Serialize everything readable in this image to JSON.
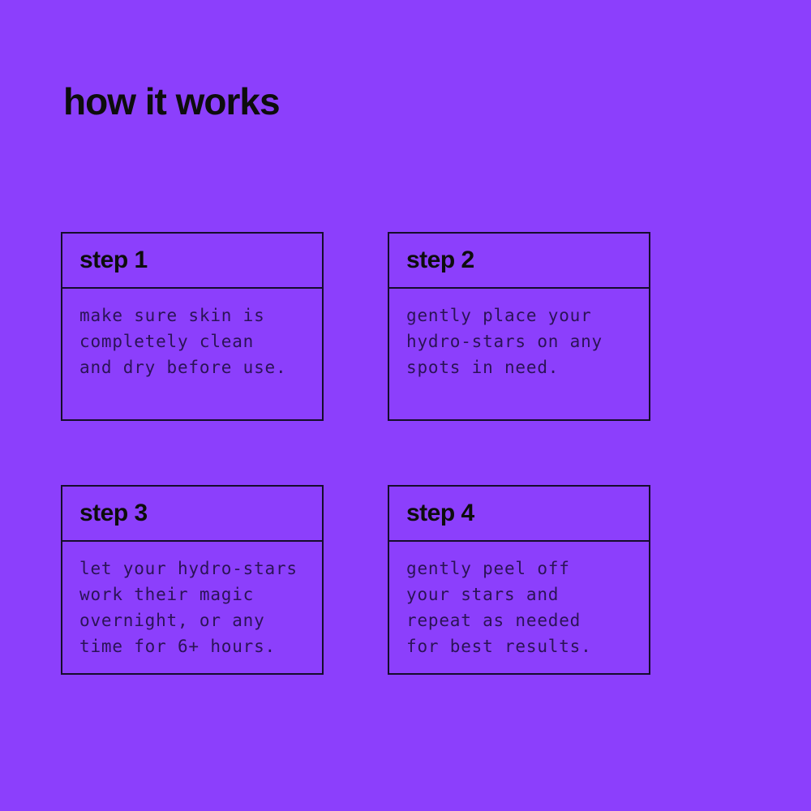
{
  "page": {
    "title": "how it works",
    "colors": {
      "background": "#8c3ffc",
      "heading": "#0d0d0d",
      "card_border": "#150d2b",
      "step_label": "#0d0d0d",
      "body_text": "#2b1356"
    }
  },
  "steps": [
    {
      "label": "step 1",
      "text": "make sure skin is\ncompletely clean\nand dry before use."
    },
    {
      "label": "step 2",
      "text": "gently place your\nhydro-stars on any\nspots in need."
    },
    {
      "label": "step 3",
      "text": "let your hydro-stars\nwork their magic\novernight, or any\ntime for 6+ hours."
    },
    {
      "label": "step 4",
      "text": "gently peel off\nyour stars and\nrepeat as needed\nfor best results."
    }
  ]
}
